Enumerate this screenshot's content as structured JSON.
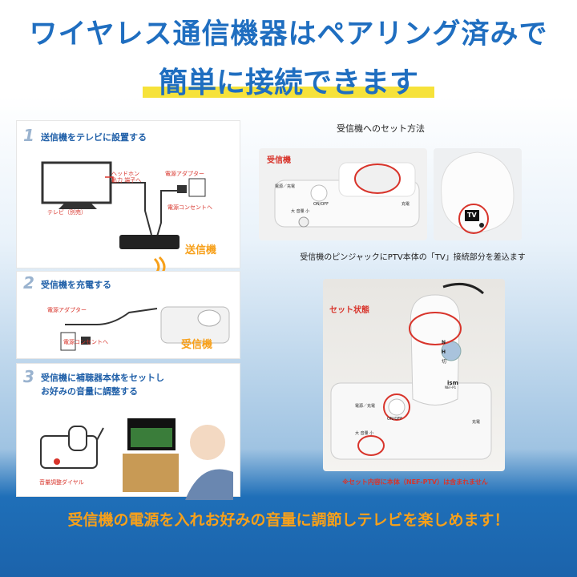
{
  "header": {
    "line1": "ワイヤレス通信機器はペアリング済みで",
    "line2": "簡単に接続できます"
  },
  "steps": [
    {
      "num": "1",
      "title": "送信機をテレビに設置する",
      "labels": {
        "headphone": "ヘッドホン\n出力 端子へ",
        "adapter": "電源アダプター",
        "tv": "テレビ（別売）",
        "outlet": "電源コンセントへ",
        "device": "送信機"
      }
    },
    {
      "num": "2",
      "title": "受信機を充電する",
      "labels": {
        "adapter": "電源アダプター",
        "outlet": "電源コンセントへ",
        "device": "受信機"
      }
    },
    {
      "num": "3",
      "title": "受信機に補聴器本体をセットし\nお好みの音量に調整する",
      "labels": {
        "dial": "音量調整ダイヤル"
      }
    }
  ],
  "right": {
    "title": "受信機へのセット方法",
    "photo1_label": "受信機",
    "photo1_texts": {
      "power": "電源／充電",
      "onoff": "ON/OFF",
      "vol": "大  音量  小",
      "charge": "充電"
    },
    "photo2_text": "TV",
    "caption": "受信機のピンジャックにPTV本体の「TV」接続部分を差込ます",
    "photo3_label": "セット状態",
    "photo3_texts": {
      "n": "N",
      "h": "H",
      "off": "切",
      "brand": "ism",
      "model": "NEF-P1",
      "power": "電源／充電",
      "onoff": "ON/OFF",
      "vol": "大  音量  小",
      "charge": "充電"
    },
    "note": "※セット内容に本体（NEF-PTV）は含まれません"
  },
  "footer": {
    "text": "受信機の電源を入れお好みの音量に調節しテレビを楽しめます！"
  },
  "colors": {
    "headline": "#1f6ec0",
    "highlight": "#f6e23a",
    "accent_red": "#d8342b",
    "footer_text": "#f7a01a",
    "step_title": "#1f5fa8"
  }
}
